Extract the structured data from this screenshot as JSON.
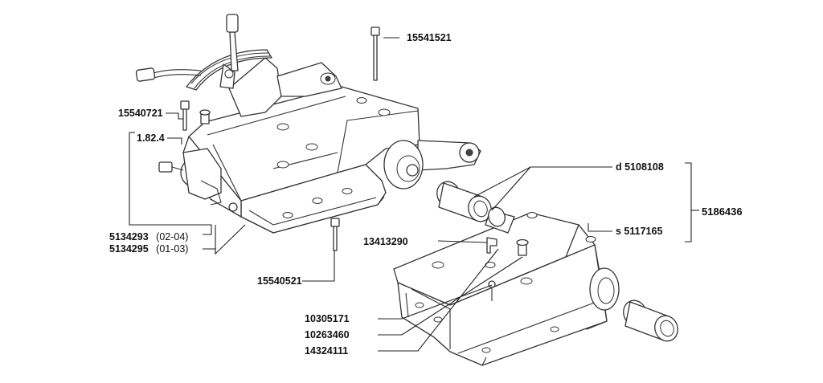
{
  "labels": {
    "bolt_top": "15541521",
    "bolt_left": "15540721",
    "part_182": "1.82.4",
    "part_a_code": "5134293",
    "part_a_range": "(02-04)",
    "part_b_code": "5134295",
    "part_b_range": "(01-03)",
    "bolt_bottom": "15540521",
    "bush_d": "d  5108108",
    "assembly": "5186436",
    "bush_s": "s  5117165",
    "nipple": "13413290",
    "part_103": "10305171",
    "part_102": "10263460",
    "part_143": "14324111"
  }
}
